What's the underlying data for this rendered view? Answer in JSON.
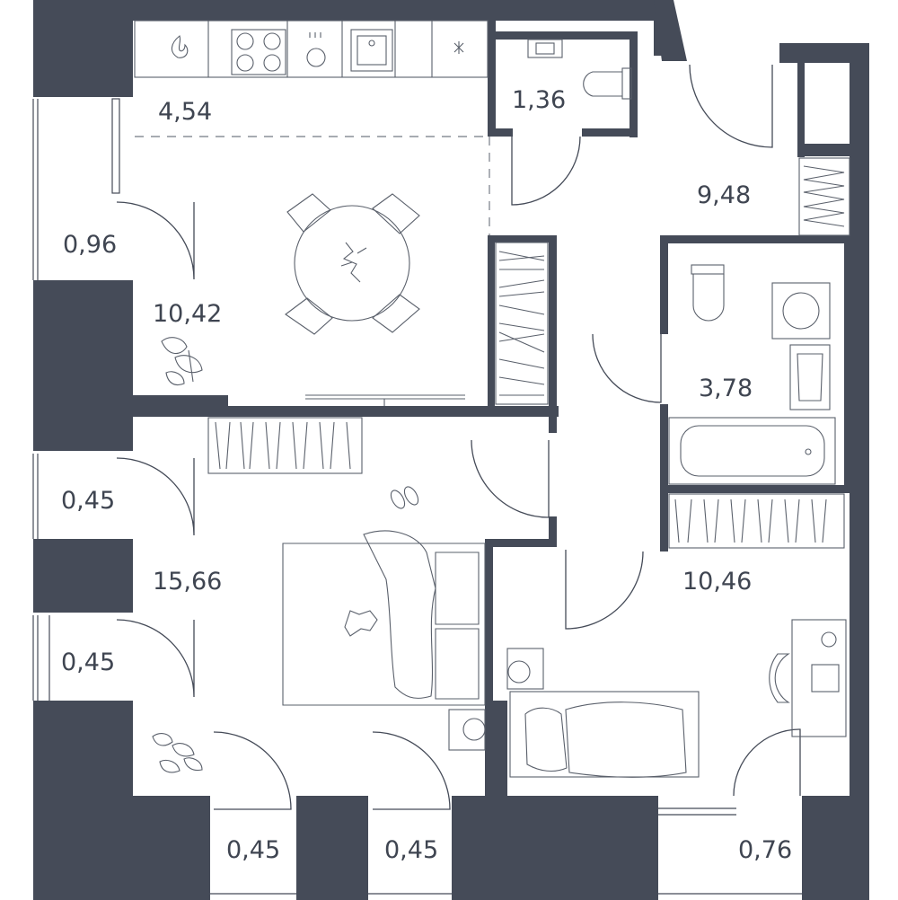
{
  "colors": {
    "wall": "#454b58",
    "line": "#5a606b",
    "text": "#3f4551",
    "background": "#ffffff"
  },
  "rooms": [
    {
      "id": "kitchen",
      "area": "4,54"
    },
    {
      "id": "wc",
      "area": "1,36"
    },
    {
      "id": "hall",
      "area": "9,48"
    },
    {
      "id": "balcony-1",
      "area": "0,96"
    },
    {
      "id": "living",
      "area": "10,42"
    },
    {
      "id": "bathroom",
      "area": "3,78"
    },
    {
      "id": "balcony-2",
      "area": "0,45"
    },
    {
      "id": "bedroom-1",
      "area": "15,66"
    },
    {
      "id": "balcony-3",
      "area": "0,45"
    },
    {
      "id": "bedroom-2",
      "area": "10,46"
    },
    {
      "id": "balcony-4",
      "area": "0,45"
    },
    {
      "id": "balcony-5",
      "area": "0,45"
    },
    {
      "id": "balcony-6",
      "area": "0,76"
    }
  ],
  "icons": [
    "stove-icon",
    "cooktop-icon",
    "dishwasher-icon",
    "sink-icon",
    "fridge-icon",
    "toilet-icon",
    "washbasin-icon",
    "washing-machine-icon",
    "bathtub-icon",
    "dining-table-icon",
    "sofa-icon",
    "bed-icon",
    "desk-icon",
    "chair-icon",
    "plant-icon",
    "slippers-icon",
    "fan-icon",
    "wardrobe-icon",
    "tv-icon"
  ]
}
